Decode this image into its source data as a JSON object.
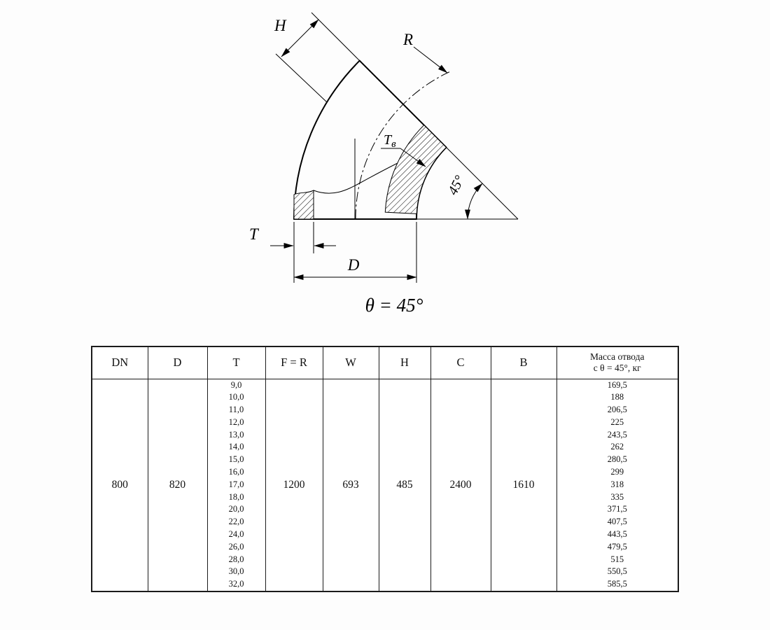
{
  "drawing": {
    "labels": {
      "h": "H",
      "r": "R",
      "t_wall_main": "T",
      "t_wall_sub": "в",
      "angle": "45°",
      "t": "T",
      "d": "D",
      "theta_formula": "θ = 45°"
    }
  },
  "table": {
    "headers": [
      "DN",
      "D",
      "T",
      "F = R",
      "W",
      "H",
      "C",
      "B"
    ],
    "mass_header": {
      "line1": "Масса отвода",
      "line2": "с θ = 45°, кг"
    },
    "row": {
      "dn": "800",
      "d": "820",
      "t_values": [
        "9,0",
        "10,0",
        "11,0",
        "12,0",
        "13,0",
        "14,0",
        "15,0",
        "16,0",
        "17,0",
        "18,0",
        "20,0",
        "22,0",
        "24,0",
        "26,0",
        "28,0",
        "30,0",
        "32,0"
      ],
      "f_r": "1200",
      "w": "693",
      "h": "485",
      "c": "2400",
      "b": "1610",
      "mass_values": [
        "169,5",
        "188",
        "206,5",
        "225",
        "243,5",
        "262",
        "280,5",
        "299",
        "318",
        "335",
        "371,5",
        "407,5",
        "443,5",
        "479,5",
        "515",
        "550,5",
        "585,5"
      ]
    }
  }
}
